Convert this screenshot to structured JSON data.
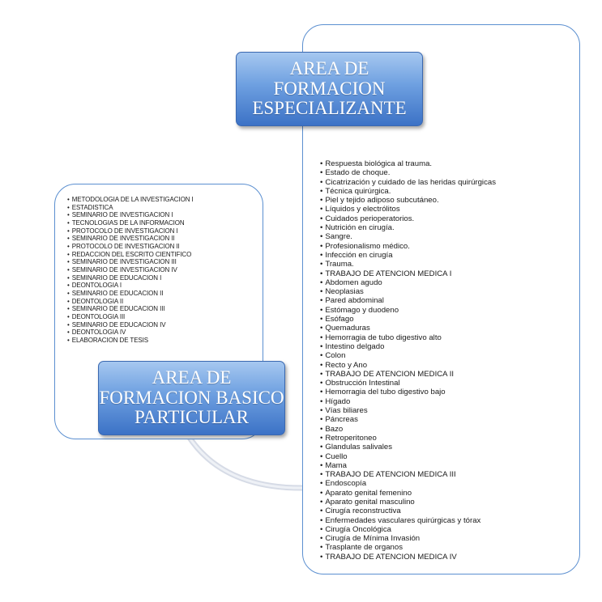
{
  "specializing_area": {
    "title_lines": [
      "AREA DE",
      "FORMACION",
      "ESPECIALIZANTE"
    ],
    "items": [
      "Respuesta biológica al trauma.",
      "Estado de choque.",
      "Cicatrización y cuidado de las heridas quirúrgicas",
      "Técnica quirúrgica.",
      "Piel y tejido adiposo subcutáneo.",
      "Líquidos y electrólitos",
      "Cuidados perioperatorios.",
      "Nutrición en cirugía.",
      "Sangre.",
      "Profesionalismo médico.",
      "Infección en cirugía",
      "Trauma.",
      "TRABAJO DE ATENCION MEDICA I",
      "Abdomen agudo",
      "Neoplasias",
      "Pared abdominal",
      "Estómago y duodeno",
      "Esófago",
      "Quemaduras",
      "Hemorragia de tubo digestivo alto",
      "Intestino delgado",
      "Colon",
      "Recto y Ano",
      "TRABAJO DE ATENCION MEDICA II",
      "Obstrucción Intestinal",
      "Hemorragia del tubo digestivo bajo",
      "Hígado",
      "Vías biliares",
      "Páncreas",
      "Bazo",
      "Retroperitoneo",
      "Glandulas salivales",
      "Cuello",
      "Mama",
      "TRABAJO DE ATENCION MEDICA III",
      "Endoscopía",
      "Aparato genital femenino",
      "Aparato genital masculino",
      "Cirugía reconstructiva",
      "Enfermedades vasculares quirúrgicas y tórax",
      "Cirugía Oncológica",
      "Cirugía de Mínima Invasión",
      "Trasplante de organos",
      "TRABAJO DE ATENCION MEDICA IV"
    ]
  },
  "basic_area": {
    "title_lines": [
      "AREA DE",
      "FORMACION BASICO",
      "PARTICULAR"
    ],
    "items": [
      "METODOLOGIA DE LA INVESTIGACION I",
      "ESTADISTICA",
      "SEMINARIO DE INVESTIGACION I",
      "TECNOLOGIAS DE LA INFORMACION",
      "PROTOCOLO DE INVESTIGACION I",
      "SEMINARIO DE INVESTIGACION II",
      "PROTOCOLO DE INVESTIGACION II",
      "REDACCION  DEL ESCRITO CIENTIFICO",
      "SEMINARIO DE INVESTIGACION III",
      "SEMINARIO DE INVESTIGACION IV",
      "SEMINARIO DE EDUCACION I",
      "DEONTOLOGIA I",
      "SEMINARIO DE EDUCACION II",
      "DEONTOLOGIA II",
      "SEMINARIO DE EDUCACION III",
      "DEONTOLOGIA III",
      "SEMINARIO DE EDUCACION IV",
      "DEONTOLOGIA IV",
      "ELABORACION DE TESIS"
    ]
  },
  "colors": {
    "panel_border": "#5b8fd0",
    "title_gradient_top": "#a6c8f0",
    "title_gradient_bottom": "#3c72c6",
    "connector": "#d0d6e2"
  }
}
